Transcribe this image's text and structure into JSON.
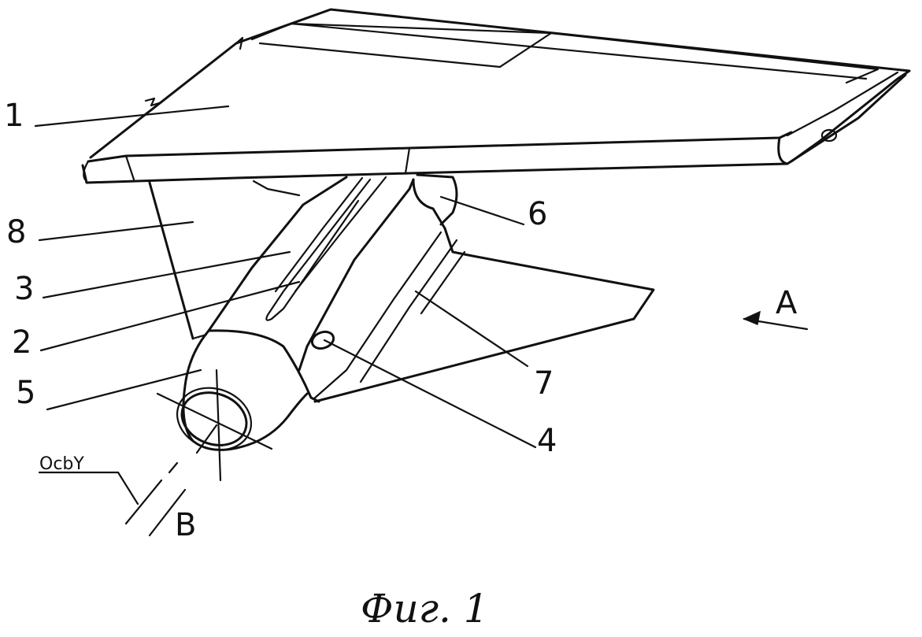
{
  "labels": {
    "l1": "1",
    "l2": "2",
    "l3": "3",
    "l4": "4",
    "l5": "5",
    "l6": "6",
    "l7": "7",
    "l8": "8",
    "view_a": "A",
    "axis_name": "OcbY",
    "point_b": "B"
  },
  "caption": "Фиг. 1"
}
